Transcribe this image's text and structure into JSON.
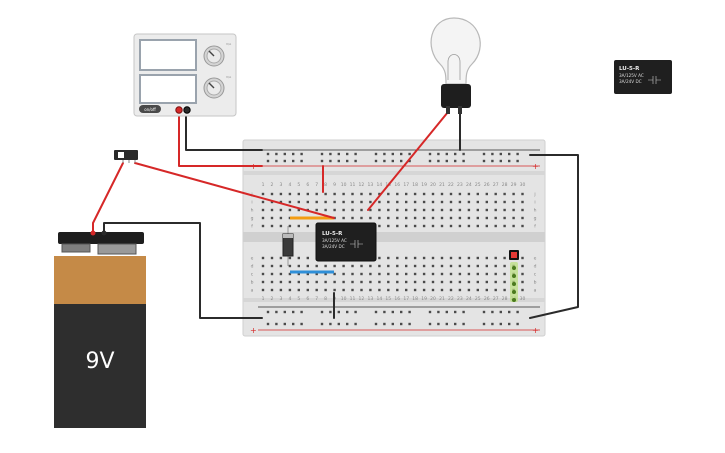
{
  "power_supply": {
    "button_label": "on/off",
    "knob_top_label": "V/A",
    "knob_bottom_label": "V/A",
    "display_top": "",
    "display_bottom": ""
  },
  "battery": {
    "label": "9V"
  },
  "relay_on_board": {
    "model": "LU-5-R",
    "line1": "3A/125V AC",
    "line2": "3A/24V DC"
  },
  "relay_palette": {
    "model": "LU-5-R",
    "line1": "3A/125V AC",
    "line2": "3A/24V DC"
  },
  "breadboard": {
    "col_numbers": [
      "1",
      "2",
      "3",
      "4",
      "5",
      "6",
      "7",
      "8",
      "9",
      "10",
      "11",
      "12",
      "13",
      "14",
      "15",
      "16",
      "17",
      "18",
      "19",
      "20",
      "21",
      "22",
      "23",
      "24",
      "25",
      "26",
      "27",
      "28",
      "29",
      "30"
    ],
    "row_letters_top": [
      "j",
      "i",
      "h",
      "g",
      "f"
    ],
    "row_letters_bottom": [
      "e",
      "d",
      "c",
      "b",
      "a"
    ],
    "rail_plus": "+",
    "rail_minus": "−"
  },
  "colors": {
    "wire_red": "#d62828",
    "wire_black": "#2b2b2b",
    "board": "#e3e3e3",
    "battery_top": "#c58a47",
    "battery_body": "#2e2e2e",
    "led": "#e53935",
    "cap_orange": "#f39c12",
    "cap_blue": "#2f8fd8"
  }
}
